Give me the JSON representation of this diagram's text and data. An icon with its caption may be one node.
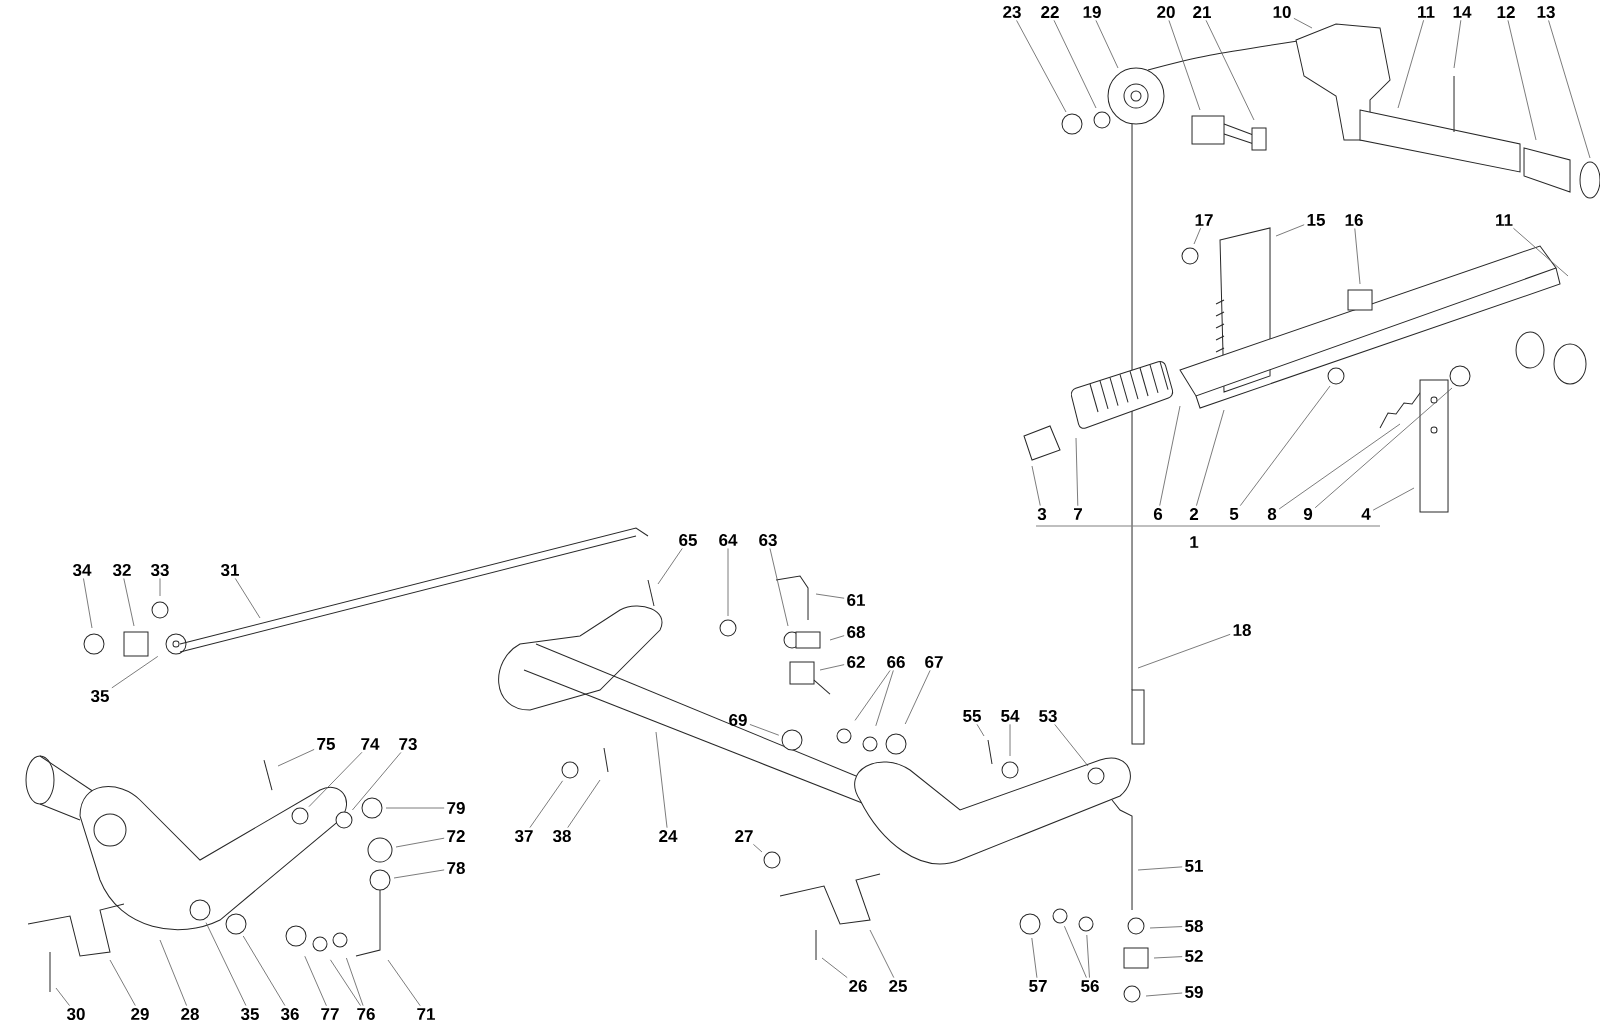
{
  "diagram": {
    "nodes": [
      {
        "text": [
          "23"
        ]
      },
      {
        "text": [
          "22"
        ]
      },
      {
        "text": [
          "19"
        ]
      },
      {
        "text": [
          "20"
        ]
      },
      {
        "text": [
          "21"
        ]
      },
      {
        "text": [
          "10"
        ]
      },
      {
        "text": [
          "11"
        ]
      },
      {
        "text": [
          "14"
        ]
      },
      {
        "text": [
          "12"
        ]
      },
      {
        "text": [
          "13"
        ]
      },
      {
        "text": [
          "17"
        ]
      },
      {
        "text": [
          "15"
        ]
      },
      {
        "text": [
          "16"
        ]
      },
      {
        "text": [
          "11"
        ]
      },
      {
        "text": [
          "3"
        ]
      },
      {
        "text": [
          "7"
        ]
      },
      {
        "text": [
          "6"
        ]
      },
      {
        "text": [
          "2"
        ]
      },
      {
        "text": [
          "5"
        ]
      },
      {
        "text": [
          "8"
        ]
      },
      {
        "text": [
          "9"
        ]
      },
      {
        "text": [
          "4"
        ]
      },
      {
        "text": [
          "34"
        ]
      },
      {
        "text": [
          "32"
        ]
      },
      {
        "text": [
          "33"
        ]
      },
      {
        "text": [
          "31"
        ]
      },
      {
        "text": [
          "65"
        ]
      },
      {
        "text": [
          "64"
        ]
      },
      {
        "text": [
          "63"
        ]
      },
      {
        "text": [
          "61"
        ]
      },
      {
        "text": [
          "35"
        ]
      },
      {
        "text": [
          "68"
        ]
      },
      {
        "text": [
          "18"
        ]
      },
      {
        "text": [
          "62"
        ]
      },
      {
        "text": [
          "66"
        ]
      },
      {
        "text": [
          "67"
        ]
      },
      {
        "text": [
          "55"
        ]
      },
      {
        "text": [
          "54"
        ]
      },
      {
        "text": [
          "53"
        ]
      },
      {
        "text": [
          "69"
        ]
      },
      {
        "text": [
          "75"
        ]
      },
      {
        "text": [
          "74"
        ]
      },
      {
        "text": [
          "73"
        ]
      },
      {
        "text": [
          "79"
        ]
      },
      {
        "text": [
          "72"
        ]
      },
      {
        "text": [
          "37"
        ]
      },
      {
        "text": [
          "38"
        ]
      },
      {
        "text": [
          "24"
        ]
      },
      {
        "text": [
          "27"
        ]
      },
      {
        "text": [
          "78"
        ]
      },
      {
        "text": [
          "51"
        ]
      },
      {
        "text": [
          "58"
        ]
      },
      {
        "text": [
          "52"
        ]
      },
      {
        "text": [
          "57"
        ]
      },
      {
        "text": [
          "56"
        ]
      },
      {
        "text": [
          "59"
        ]
      },
      {
        "text": [
          "26"
        ]
      },
      {
        "text": [
          "25"
        ]
      },
      {
        "text": [
          "30"
        ]
      },
      {
        "text": [
          "29"
        ]
      },
      {
        "text": [
          "28"
        ]
      },
      {
        "text": [
          "35"
        ]
      },
      {
        "text": [
          "36"
        ]
      },
      {
        "text": [
          "77"
        ]
      },
      {
        "text": [
          "76"
        ]
      },
      {
        "text": [
          "71"
        ]
      }
    ],
    "edges": [
      {
        "from": 0,
        "to": null,
        "arrow": "none"
      },
      {
        "from": 1,
        "to": null,
        "arrow": "none"
      },
      {
        "from": 2,
        "to": null,
        "arrow": "none"
      },
      {
        "from": 3,
        "to": null,
        "arrow": "none"
      },
      {
        "from": 4,
        "to": null,
        "arrow": "none"
      },
      {
        "from": 5,
        "to": null,
        "arrow": "none"
      },
      {
        "from": 6,
        "to": null,
        "arrow": "none"
      },
      {
        "from": 7,
        "to": null,
        "arrow": "none"
      },
      {
        "from": 8,
        "to": null,
        "arrow": "none"
      },
      {
        "from": 9,
        "to": null,
        "arrow": "none"
      },
      {
        "from": 10,
        "to": null,
        "arrow": "none"
      },
      {
        "from": 11,
        "to": null,
        "arrow": "none"
      },
      {
        "from": 12,
        "to": null,
        "arrow": "none"
      },
      {
        "from": 13,
        "to": null,
        "arrow": "none"
      },
      {
        "from": 14,
        "to": null,
        "arrow": "none"
      },
      {
        "from": 15,
        "to": null,
        "arrow": "none"
      },
      {
        "from": 16,
        "to": null,
        "arrow": "none"
      },
      {
        "from": 17,
        "to": null,
        "arrow": "none"
      },
      {
        "from": 18,
        "to": null,
        "arrow": "none"
      },
      {
        "from": 19,
        "to": null,
        "arrow": "none"
      },
      {
        "from": 20,
        "to": null,
        "arrow": "none"
      },
      {
        "from": 21,
        "to": null,
        "arrow": "none"
      },
      {
        "from": 22,
        "to": null,
        "arrow": "none"
      },
      {
        "from": 23,
        "to": null,
        "arrow": "none"
      },
      {
        "from": 24,
        "to": null,
        "arrow": "none"
      },
      {
        "from": 25,
        "to": null,
        "arrow": "none"
      },
      {
        "from": 26,
        "to": null,
        "arrow": "none"
      },
      {
        "from": 27,
        "to": null,
        "arrow": "none"
      },
      {
        "from": 28,
        "to": null,
        "arrow": "none"
      },
      {
        "from": 29,
        "to": null,
        "arrow": "none"
      },
      {
        "from": 30,
        "to": null,
        "arrow": "none"
      },
      {
        "from": 31,
        "to": null,
        "arrow": "none"
      },
      {
        "from": 32,
        "to": null,
        "arrow": "none"
      },
      {
        "from": 33,
        "to": null,
        "arrow": "none"
      },
      {
        "from": 34,
        "to": null,
        "arrow": "none"
      },
      {
        "from": 34,
        "to": null,
        "arrow": "none"
      },
      {
        "from": 35,
        "to": null,
        "arrow": "none"
      },
      {
        "from": 36,
        "to": null,
        "arrow": "none"
      },
      {
        "from": 37,
        "to": null,
        "arrow": "none"
      },
      {
        "from": 38,
        "to": null,
        "arrow": "none"
      },
      {
        "from": 39,
        "to": null,
        "arrow": "none"
      },
      {
        "from": 40,
        "to": null,
        "arrow": "none"
      },
      {
        "from": 41,
        "to": null,
        "arrow": "none"
      },
      {
        "from": 42,
        "to": null,
        "arrow": "none"
      },
      {
        "from": 43,
        "to": null,
        "arrow": "none"
      },
      {
        "from": 44,
        "to": null,
        "arrow": "none"
      },
      {
        "from": 45,
        "to": null,
        "arrow": "none"
      },
      {
        "from": 46,
        "to": null,
        "arrow": "none"
      },
      {
        "from": 47,
        "to": null,
        "arrow": "none"
      },
      {
        "from": 48,
        "to": null,
        "arrow": "none"
      },
      {
        "from": 49,
        "to": null,
        "arrow": "none"
      },
      {
        "from": 50,
        "to": null,
        "arrow": "none"
      },
      {
        "from": 51,
        "to": null,
        "arrow": "none"
      },
      {
        "from": 52,
        "to": null,
        "arrow": "none"
      },
      {
        "from": 53,
        "to": null,
        "arrow": "none"
      },
      {
        "from": 54,
        "to": null,
        "arrow": "none"
      },
      {
        "from": 54,
        "to": null,
        "arrow": "none"
      },
      {
        "from": 55,
        "to": null,
        "arrow": "none"
      },
      {
        "from": 56,
        "to": null,
        "arrow": "none"
      },
      {
        "from": 57,
        "to": null,
        "arrow": "none"
      },
      {
        "from": 58,
        "to": null,
        "arrow": "none"
      },
      {
        "from": 59,
        "to": null,
        "arrow": "none"
      },
      {
        "from": 60,
        "to": null,
        "arrow": "none"
      },
      {
        "from": 61,
        "to": null,
        "arrow": "none"
      },
      {
        "from": 62,
        "to": null,
        "arrow": "none"
      },
      {
        "from": 63,
        "to": null,
        "arrow": "none"
      },
      {
        "from": 64,
        "to": null,
        "arrow": "none"
      },
      {
        "from": 64,
        "to": null,
        "arrow": "none"
      },
      {
        "from": 65,
        "to": null,
        "arrow": "none"
      }
    ],
    "labels": [
      "1"
    ]
  }
}
